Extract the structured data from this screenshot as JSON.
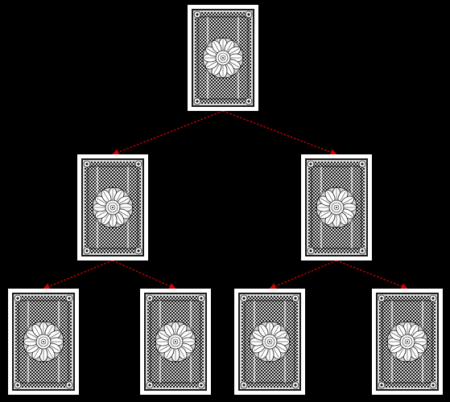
{
  "diagram": {
    "kind": "binary-tree",
    "node_style": "face-down playing card",
    "node_icon": "card-back-icon",
    "nodes": [
      {
        "id": "n0",
        "level": 0
      },
      {
        "id": "n1",
        "level": 1
      },
      {
        "id": "n2",
        "level": 1
      },
      {
        "id": "n3",
        "level": 2
      },
      {
        "id": "n4",
        "level": 2
      },
      {
        "id": "n5",
        "level": 2
      },
      {
        "id": "n6",
        "level": 2
      }
    ],
    "edges": [
      {
        "from": "n0",
        "to": "n1"
      },
      {
        "from": "n0",
        "to": "n2"
      },
      {
        "from": "n1",
        "to": "n3"
      },
      {
        "from": "n1",
        "to": "n4"
      },
      {
        "from": "n2",
        "to": "n5"
      },
      {
        "from": "n2",
        "to": "n6"
      }
    ],
    "colors": {
      "background": "#000000",
      "card_border": "#ffffff",
      "card_pattern_dark": "#1a1a1a",
      "card_pattern_light": "#d8d8d8",
      "edge": "#cc0000"
    }
  }
}
